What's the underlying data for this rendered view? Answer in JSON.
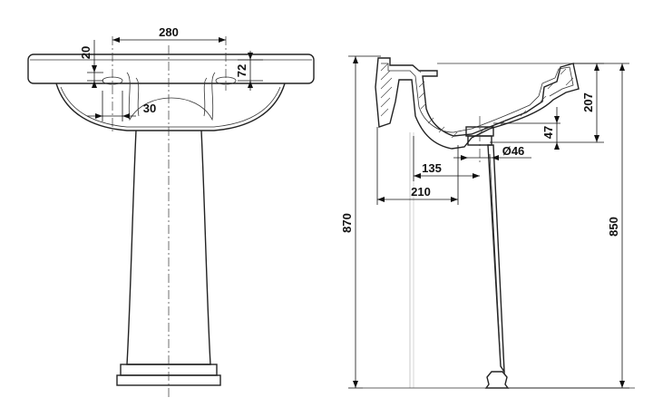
{
  "front_view": {
    "dim_hole_spacing": "280",
    "dim_hole_offset": "20",
    "dim_rim_height": "72",
    "dim_hole_dia": "30"
  },
  "side_view": {
    "dim_bowl_depth": "207",
    "dim_waste_height": "47",
    "dim_waste_dia": "Ø46",
    "dim_waste_offset": "135",
    "dim_depth": "210",
    "dim_total_height": "870",
    "dim_rim_height": "850"
  }
}
